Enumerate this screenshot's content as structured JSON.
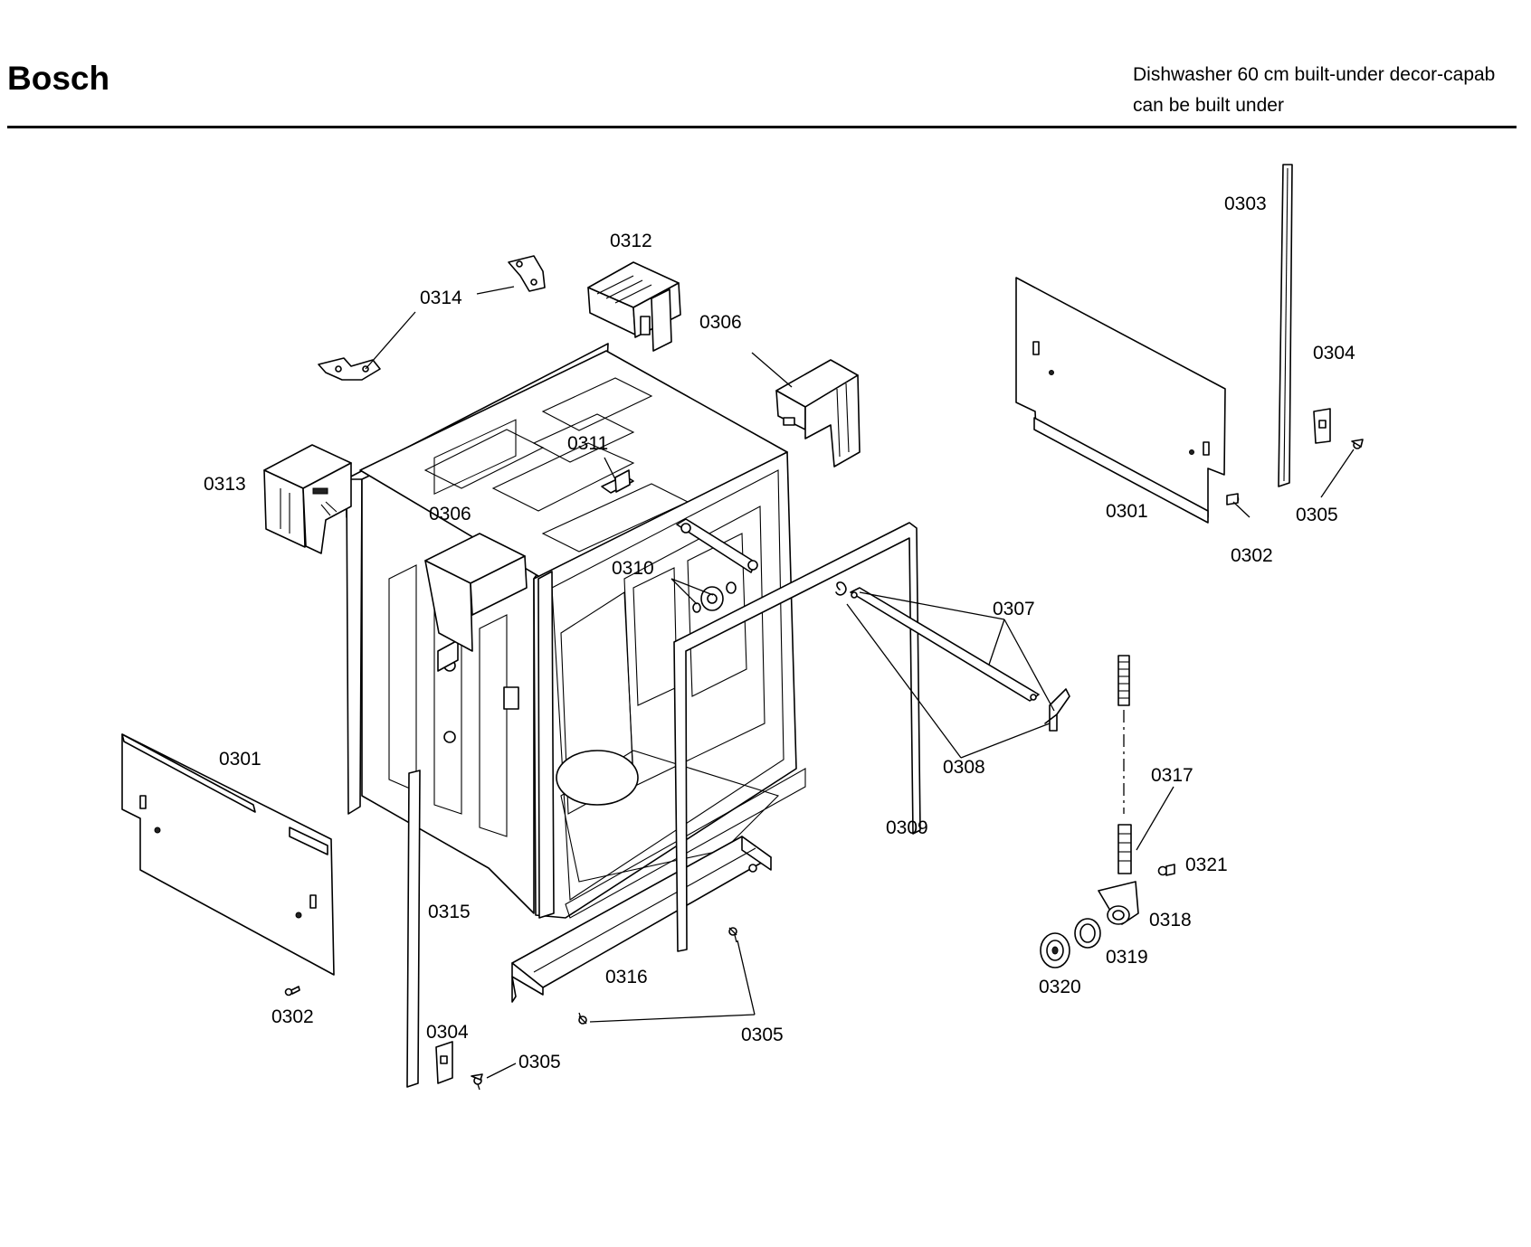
{
  "header": {
    "brand": "Bosch",
    "description_line1": "Dishwasher 60 cm built-under decor-capab",
    "description_line2": "can be built under"
  },
  "callouts": {
    "c0301_left": "0301",
    "c0301_right": "0301",
    "c0302_left": "0302",
    "c0302_right": "0302",
    "c0303": "0303",
    "c0304_bottom": "0304",
    "c0304_right": "0304",
    "c0305_bottom": "0305",
    "c0305_center": "0305",
    "c0305_right": "0305",
    "c0306_top": "0306",
    "c0306_mid": "0306",
    "c0307": "0307",
    "c0308": "0308",
    "c0309": "0309",
    "c0310": "0310",
    "c0311": "0311",
    "c0312": "0312",
    "c0313": "0313",
    "c0314": "0314",
    "c0315": "0315",
    "c0316": "0316",
    "c0317": "0317",
    "c0318": "0318",
    "c0319": "0319",
    "c0320": "0320",
    "c0321": "0321"
  }
}
